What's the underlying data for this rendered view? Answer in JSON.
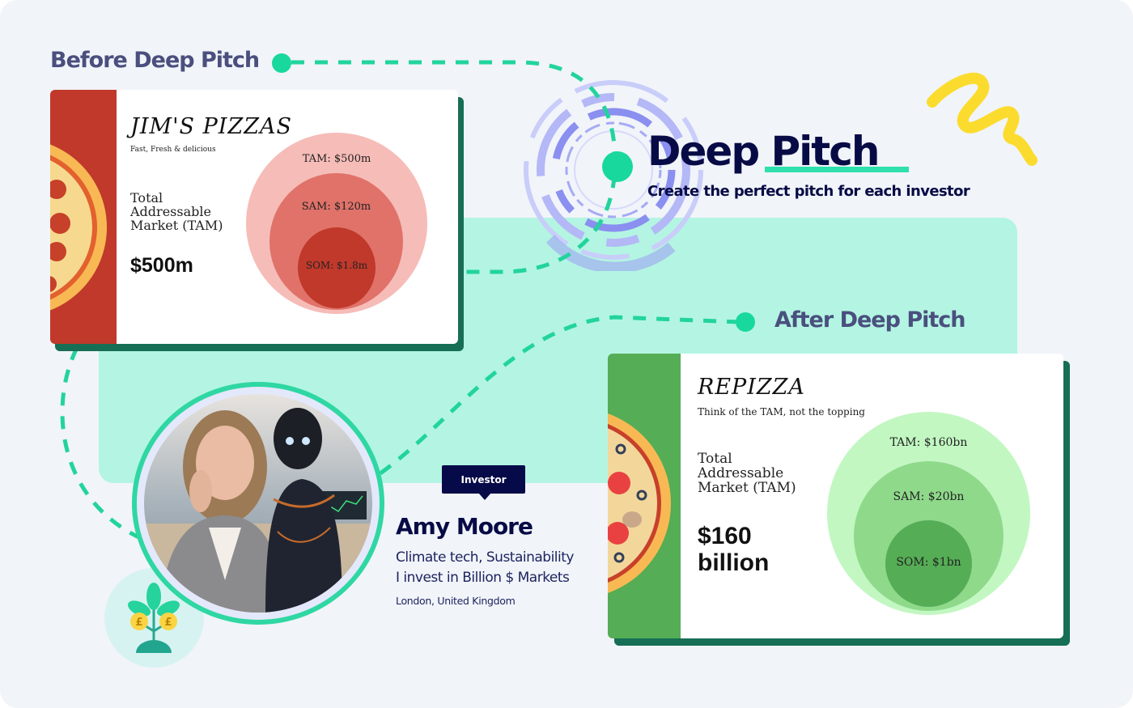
{
  "brand": {
    "title": "Deep Pitch",
    "subtitle": "Create the perfect pitch for each investor",
    "accent_color": "#2fe0ad",
    "title_color": "#070b45"
  },
  "labels": {
    "before": "Before Deep Pitch",
    "after": "After Deep Pitch"
  },
  "before_slide": {
    "company": "JIM'S PIZZAS",
    "tagline": "Fast, Fresh & delicious",
    "tam_label_lines": [
      "Total",
      "Addressable",
      "Market (TAM)"
    ],
    "tam_value": "$500m",
    "band_color": "#c0392b",
    "circles": {
      "tam": "TAM: $500m",
      "sam": "SAM: $120m",
      "som": "SOM: $1.8m"
    },
    "circle_colors": [
      "#f6bcb8",
      "#e07269",
      "#c0392b"
    ]
  },
  "after_slide": {
    "company": "REPIZZA",
    "tagline": "Think of the TAM, not the topping",
    "tam_label_lines": [
      "Total",
      "Addressable",
      "Market (TAM)"
    ],
    "tam_value_lines": [
      "$160",
      "billion"
    ],
    "band_color": "#55ad55",
    "circles": {
      "tam": "TAM: $160bn",
      "sam": "SAM: $20bn",
      "som": "SOM: $1bn"
    },
    "circle_colors": [
      "#c2f7c2",
      "#8fd98b",
      "#55ad55"
    ]
  },
  "investor": {
    "badge": "Investor",
    "name": "Amy Moore",
    "interests": "Climate tech, Sustainability",
    "thesis": "I invest in Billion $ Markets",
    "location": "London, United Kingdom"
  },
  "icons": {
    "plant": "money-plant-icon",
    "pound": "£"
  }
}
